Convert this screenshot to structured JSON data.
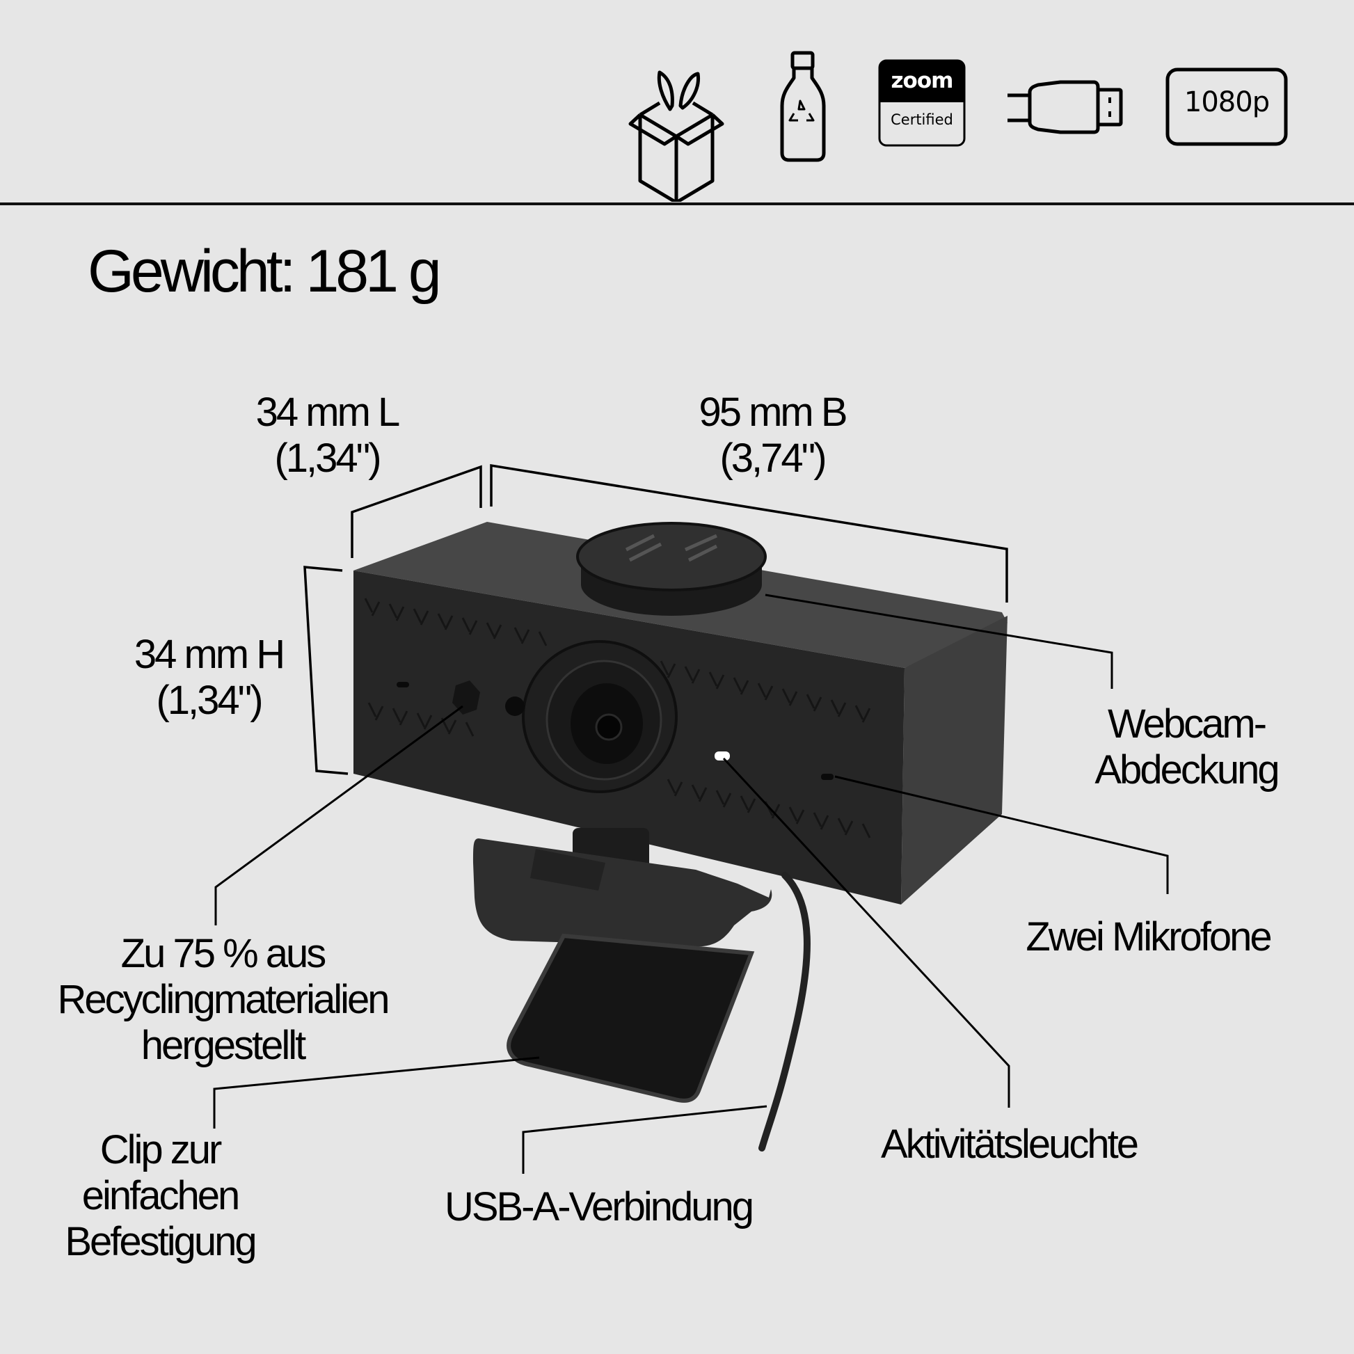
{
  "icons": [
    {
      "name": "eco-packaging-icon"
    },
    {
      "name": "recycled-bottle-icon"
    },
    {
      "name": "zoom-certified-badge",
      "top_text": "zoom",
      "bottom_text": "Certified"
    },
    {
      "name": "usb-a-plug-icon"
    },
    {
      "name": "resolution-badge",
      "text": "1080p"
    }
  ],
  "weight": "Gewicht: 181 g",
  "dimensions": {
    "length": {
      "metric": "34 mm L",
      "imperial": "(1,34\")"
    },
    "width": {
      "metric": "95 mm B",
      "imperial": "(3,74\")"
    },
    "height": {
      "metric": "34 mm H",
      "imperial": "(1,34\")"
    }
  },
  "callouts": {
    "privacy_cover": "Webcam-\nAbdeckung",
    "mics": "Zwei Mikrofone",
    "activity_light": "Aktivitätsleuchte",
    "recycled": "Zu 75 % aus\nRecyclingmaterialien\nhergestellt",
    "clip": "Clip zur\neinfachen\nBefestigung",
    "usb": "USB-A-Verbindung"
  },
  "colors": {
    "background": "#e6e6e6",
    "line": "#000000",
    "device": "#2b2b2b",
    "led": "#ffffff"
  }
}
